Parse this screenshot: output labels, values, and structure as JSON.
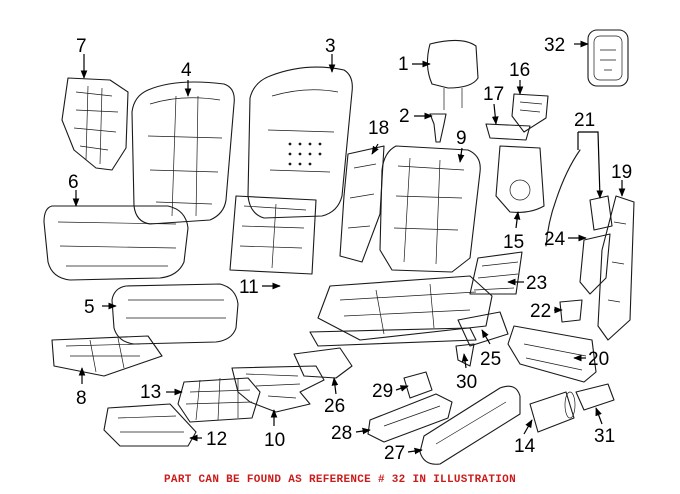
{
  "diagram": {
    "callouts": [
      "1",
      "2",
      "3",
      "4",
      "5",
      "6",
      "7",
      "8",
      "9",
      "10",
      "11",
      "12",
      "13",
      "14",
      "15",
      "16",
      "17",
      "18",
      "19",
      "20",
      "21",
      "22",
      "23",
      "24",
      "25",
      "26",
      "27",
      "28",
      "29",
      "30",
      "31",
      "32"
    ]
  },
  "footer": {
    "note": "PART CAN BE FOUND AS REFERENCE # 32 IN ILLUSTRATION"
  }
}
